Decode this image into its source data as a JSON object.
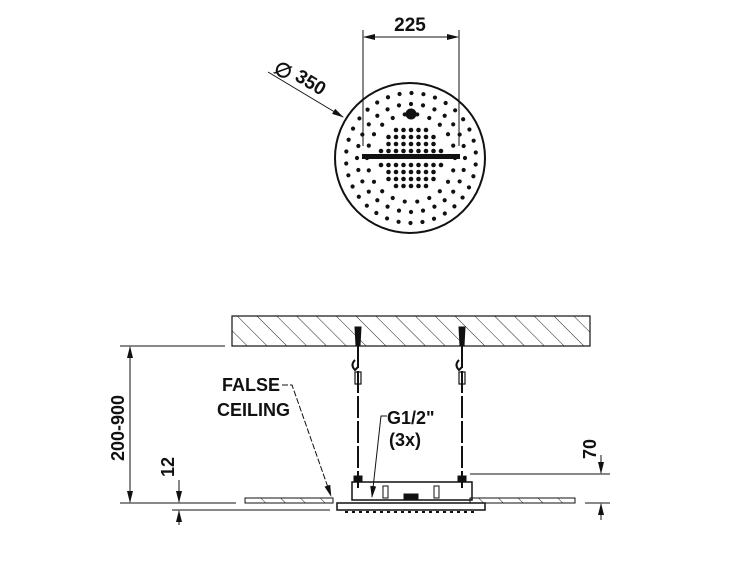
{
  "top_view": {
    "dimension_width": "225",
    "dimension_diameter_symbol": "∅",
    "dimension_diameter": "350"
  },
  "side_view": {
    "dimension_height_range": "200-900",
    "dimension_false_ceiling_thickness": "12",
    "dimension_unit_height": "70",
    "label_false_ceiling_line1": "FALSE",
    "label_false_ceiling_line2": "CEILING",
    "label_connection_line1": "G1/2\"",
    "label_connection_line2": "(3x)"
  },
  "colors": {
    "line": "#111111",
    "background": "#ffffff"
  }
}
